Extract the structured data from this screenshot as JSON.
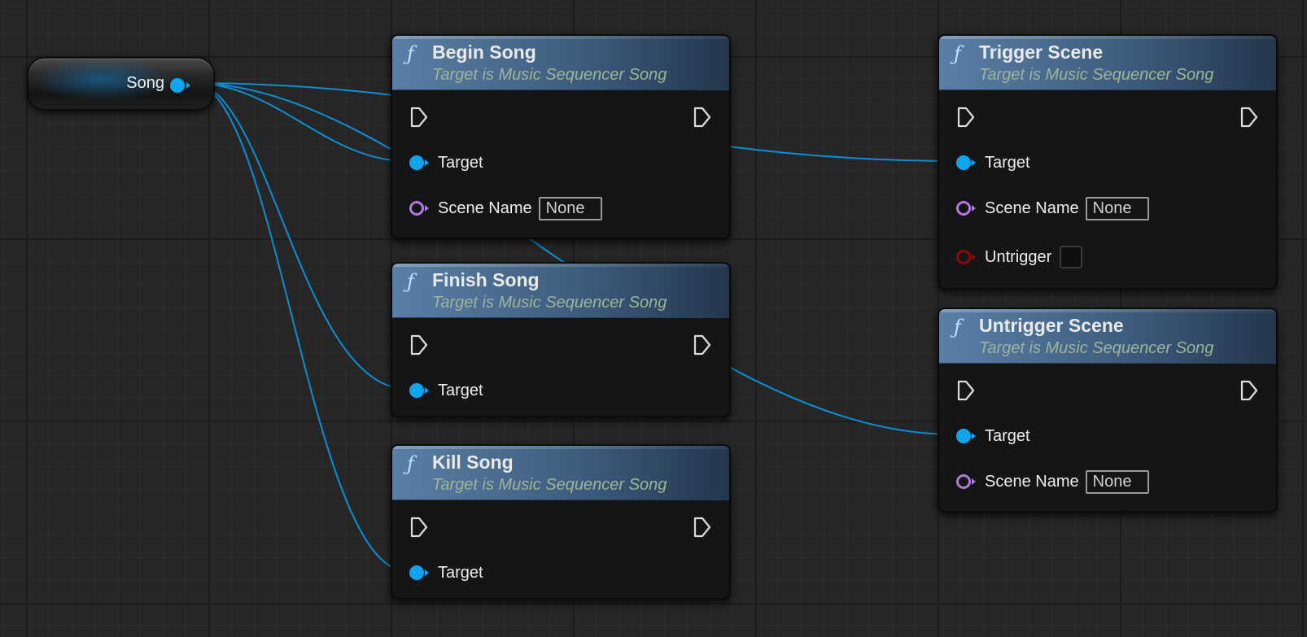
{
  "theme": {
    "object_pin_color": "#0ea5ec",
    "name_pin_color": "#b07ad6",
    "bool_pin_color": "#8a0b0b",
    "wire_color": "#0b8fd4",
    "header_color": "#4f7299"
  },
  "variable_node": {
    "label": "Song",
    "pin_icon": "object-pin-icon"
  },
  "nodes": {
    "begin_song": {
      "icon": "ƒ",
      "title": "Begin Song",
      "subtitle": "Target is Music Sequencer Song",
      "target_label": "Target",
      "scene_name_label": "Scene Name",
      "scene_name_value": "None"
    },
    "finish_song": {
      "icon": "ƒ",
      "title": "Finish Song",
      "subtitle": "Target is Music Sequencer Song",
      "target_label": "Target"
    },
    "kill_song": {
      "icon": "ƒ",
      "title": "Kill Song",
      "subtitle": "Target is Music Sequencer Song",
      "target_label": "Target"
    },
    "trigger_scene": {
      "icon": "ƒ",
      "title": "Trigger Scene",
      "subtitle": "Target is Music Sequencer Song",
      "target_label": "Target",
      "scene_name_label": "Scene Name",
      "scene_name_value": "None",
      "untrigger_label": "Untrigger",
      "untrigger_checked": false
    },
    "untrigger_scene": {
      "icon": "ƒ",
      "title": "Untrigger Scene",
      "subtitle": "Target is Music Sequencer Song",
      "target_label": "Target",
      "scene_name_label": "Scene Name",
      "scene_name_value": "None"
    }
  }
}
